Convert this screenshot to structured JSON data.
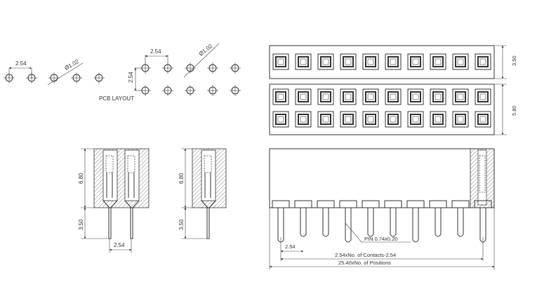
{
  "pcb": {
    "title": "PCB LAYOUT",
    "pitch_single": "2.54",
    "hole_single": "Ø1.02",
    "pitch_double": "2.54",
    "pitch_double_vertical": "2.54",
    "hole_double": "Ø1.02"
  },
  "top_view": {
    "single_row_height": "3.50",
    "double_row_height": "5.80",
    "single_row_contacts": 10,
    "double_row_contacts": 10
  },
  "side_view_double": {
    "body_height": "6.80",
    "pin_length": "3.50",
    "pitch": "2.54"
  },
  "side_view_single": {
    "body_height": "6.80",
    "pin_length": "3.50"
  },
  "front_view": {
    "pin_note": "PIN 0.74x0.20",
    "pitch": "2.54",
    "contacts_formula": "2.54xNo. of Contacts-2.54",
    "positions_formula": "25.40xNo. of Positions",
    "pin_count": 10
  }
}
